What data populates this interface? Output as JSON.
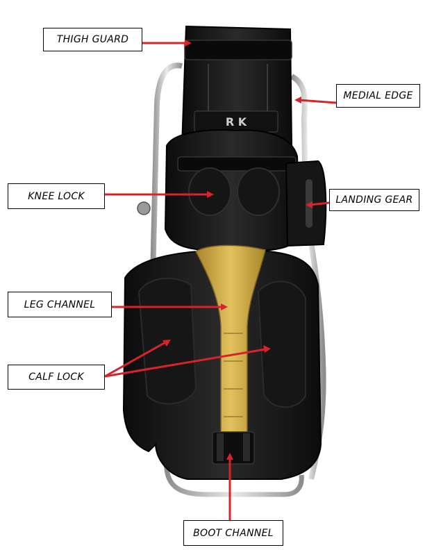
{
  "labels": {
    "thigh_guard": "THIGH GUARD",
    "medial_edge": "MEDIAL EDGE",
    "knee_lock": "KNEE LOCK",
    "landing_gear": "LANDING GEAR",
    "leg_channel": "LEG CHANNEL",
    "calf_lock": "CALF LOCK",
    "boot_channel": "BOOT CHANNEL"
  },
  "brand_mark": "R  K",
  "colors": {
    "pad_black": "#1a1a1a",
    "channel_gold": "#c9a53c",
    "frame_silver": "#b8b8b8",
    "leader_red": "#d8232a",
    "label_border": "#000000"
  }
}
